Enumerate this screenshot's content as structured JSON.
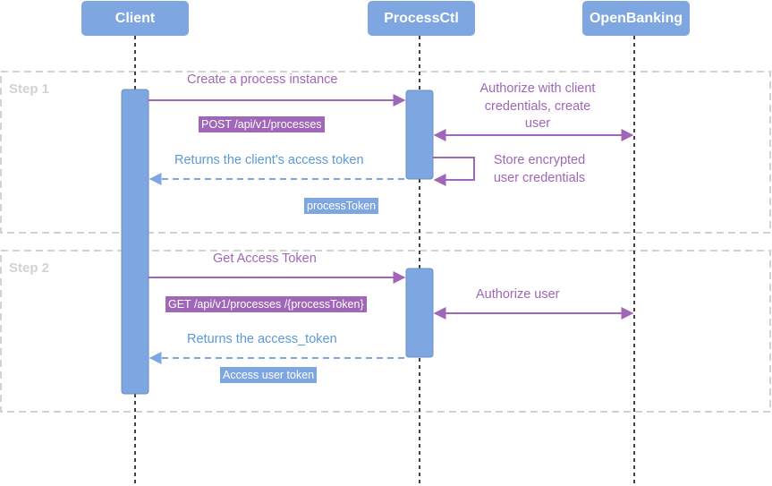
{
  "actors": {
    "client": "Client",
    "processctl": "ProcessCtl",
    "openbanking": "OpenBanking"
  },
  "steps": {
    "step1": "Step 1",
    "step2": "Step 2"
  },
  "step1": {
    "create_label": "Create a process instance",
    "create_request": "POST /api/v1/processes",
    "authorize_note": "Authorize with client credentials, create user",
    "store_note": "Store encrypted user credentials",
    "return_label": "Returns the client's access token",
    "return_value": "processToken"
  },
  "step2": {
    "get_label": "Get Access Token",
    "get_request": "GET /api/v1/processes /{processToken}",
    "authorize_note": "Authorize user",
    "return_label": "Returns the access_token",
    "return_value": "Access user token"
  },
  "colors": {
    "actor_fill": "#7ea6e0",
    "request_arrow": "#a066b8",
    "response_arrow": "#7ea6e0",
    "step_frame": "#d2d2d2"
  }
}
